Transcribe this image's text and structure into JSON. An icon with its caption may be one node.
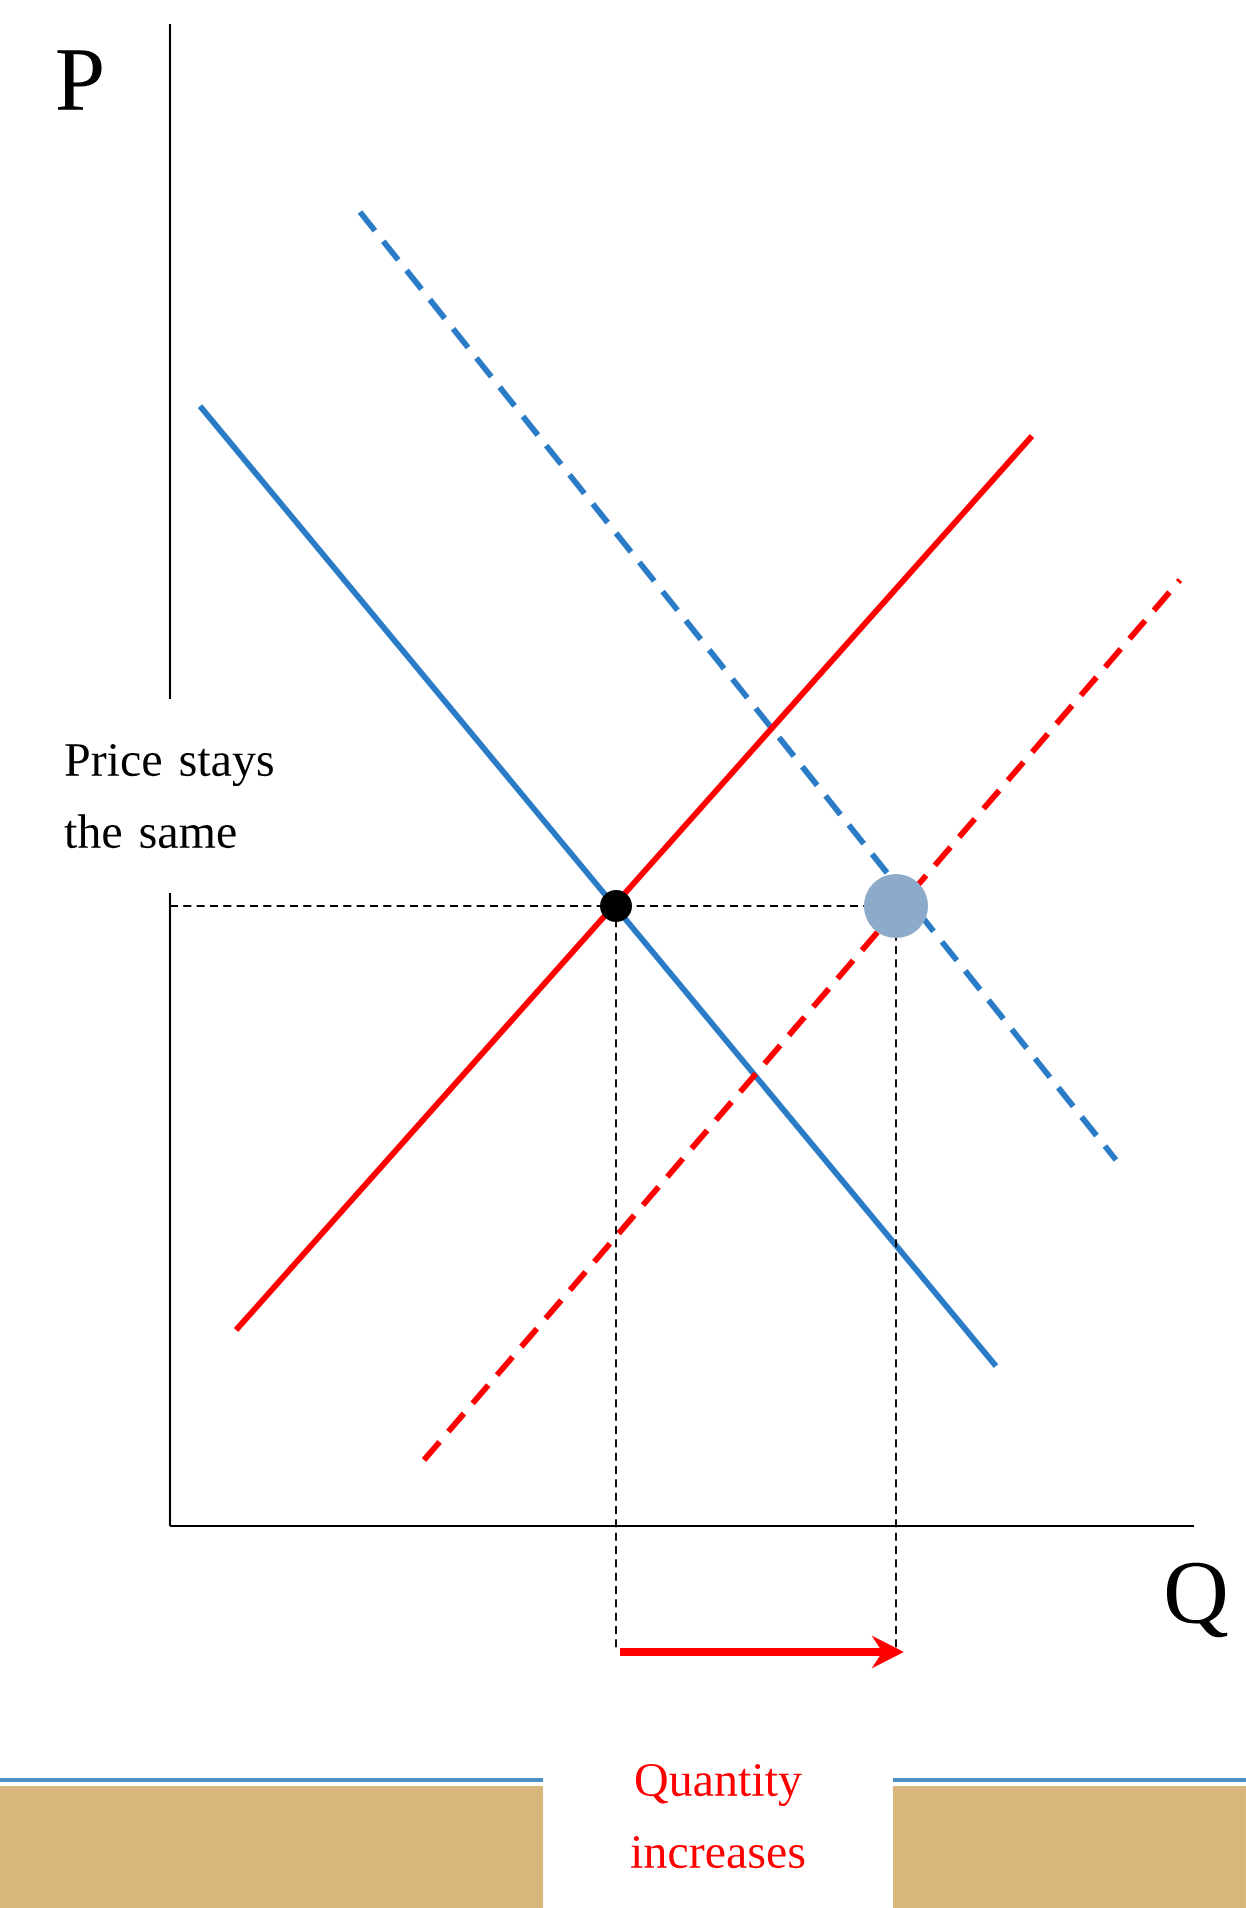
{
  "diagram": {
    "nodes": [
      {
        "text": [
          "Price stays the same"
        ]
      },
      {
        "text": [
          "Quantity increases"
        ]
      }
    ],
    "labels": [
      "P",
      "Q"
    ]
  }
}
